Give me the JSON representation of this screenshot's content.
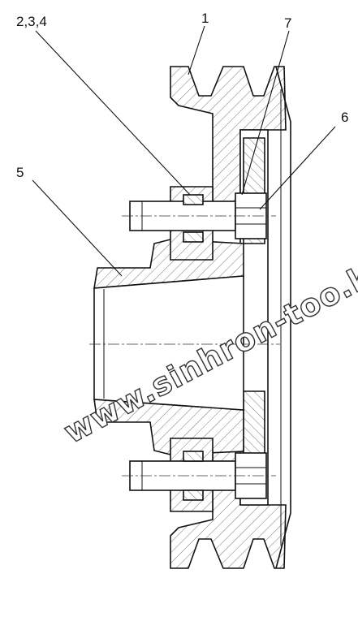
{
  "callouts": {
    "c1": "1",
    "c234": "2,3,4",
    "c5": "5",
    "c6": "6",
    "c7": "7"
  },
  "watermark": "www.sinhron-too.kz"
}
